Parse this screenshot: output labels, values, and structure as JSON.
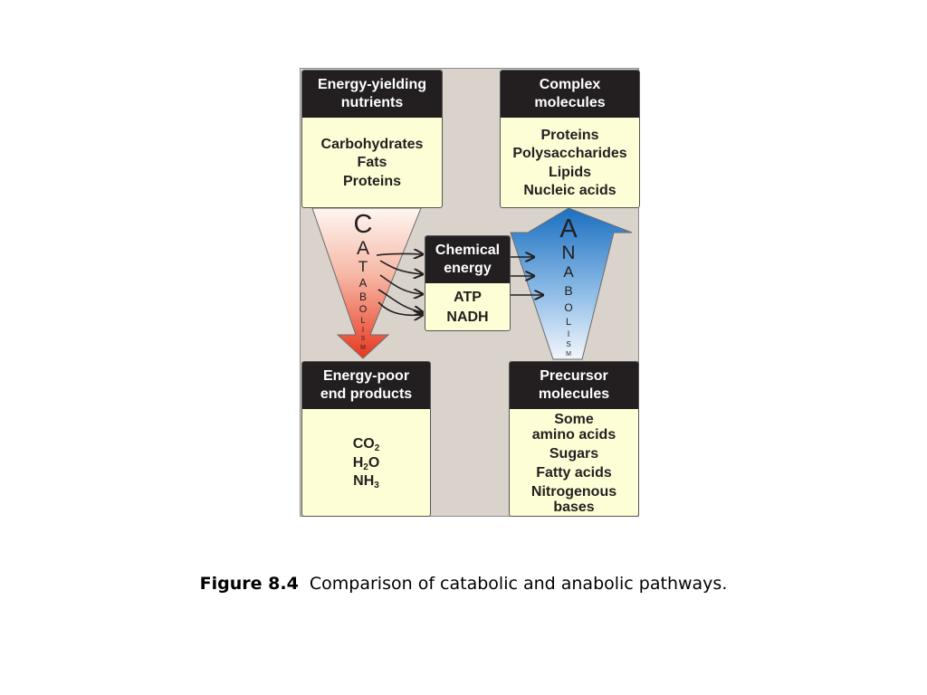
{
  "diagram": {
    "catabolism_word": [
      "C",
      "A",
      "T",
      "A",
      "B",
      "O",
      "L",
      "I",
      "S",
      "M"
    ],
    "anabolism_word": [
      "A",
      "N",
      "A",
      "B",
      "O",
      "L",
      "I",
      "S",
      "M"
    ],
    "boxes": {
      "nutrients": {
        "title": "Energy-yielding\nnutrients",
        "items": [
          "Carbohydrates",
          "Fats",
          "Proteins"
        ]
      },
      "complex": {
        "title": "Complex\nmolecules",
        "items": [
          "Proteins",
          "Polysaccharides",
          "Lipids",
          "Nucleic acids"
        ]
      },
      "chemical": {
        "title": "Chemical\nenergy",
        "items": [
          "ATP",
          "NADH"
        ]
      },
      "end_products": {
        "title": "Energy-poor\nend products",
        "co2": [
          "CO",
          "2"
        ],
        "h2o": [
          "H",
          "2",
          "O"
        ],
        "nh3": [
          "NH",
          "3"
        ]
      },
      "precursor": {
        "title": "Precursor\nmolecules",
        "items": [
          "Some",
          "amino acids",
          "Sugars",
          "Fatty acids",
          "Nitrogenous",
          "bases"
        ]
      }
    },
    "colors": {
      "box_header": "#231f20",
      "box_body": "#fefed6",
      "background": "#d9d3cc",
      "catabolism_top": "#fef6f2",
      "catabolism_bottom": "#e8371f",
      "anabolism_top": "#1b6fc0",
      "anabolism_bottom": "#f2f6fc"
    }
  },
  "caption": {
    "label": "Figure 8.4",
    "text": "Comparison of catabolic and anabolic pathways."
  }
}
